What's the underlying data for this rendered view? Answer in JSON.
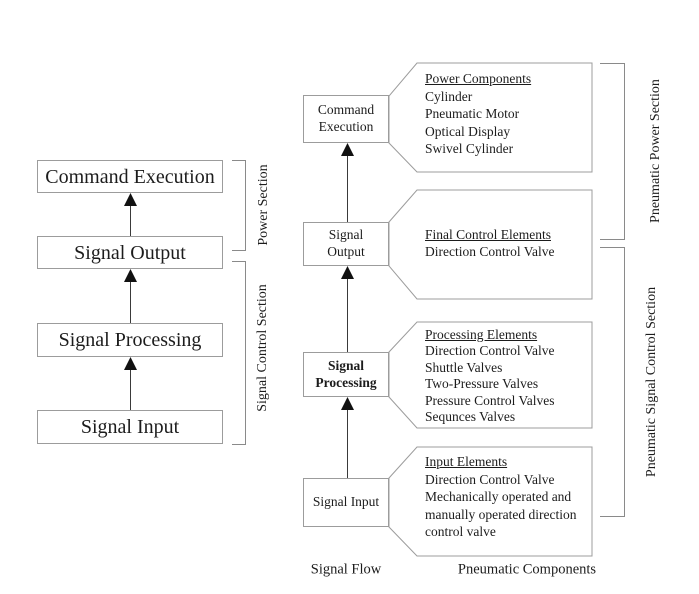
{
  "colors": {
    "background": "#ffffff",
    "box_border": "#9c9c9c",
    "text": "#1c1c1c",
    "arrow_line": "#3a3a3a",
    "arrow_head": "#111111",
    "bracket_line": "#8a8a8a"
  },
  "left_column": {
    "boxes": [
      {
        "label": "Command Execution"
      },
      {
        "label": "Signal Output"
      },
      {
        "label": "Signal Processing"
      },
      {
        "label": "Signal Input"
      }
    ],
    "brackets": [
      {
        "label": "Power Section"
      },
      {
        "label": "Signal Control Section"
      }
    ]
  },
  "right_column": {
    "boxes": [
      {
        "label": "Command Execution"
      },
      {
        "label": "Signal Output"
      },
      {
        "label": "Signal Processing"
      },
      {
        "label": "Signal Input"
      }
    ],
    "pennants": [
      {
        "title": "Power Components",
        "items": [
          "Cylinder",
          "Pneumatic Motor",
          "Optical Display",
          "Swivel Cylinder"
        ]
      },
      {
        "title": "Final Control Elements",
        "items": [
          "Direction Control Valve"
        ]
      },
      {
        "title": "Processing Elements",
        "items": [
          "Direction Control Valve",
          "Shuttle Valves",
          "Two-Pressure Valves",
          "Pressure Control Valves",
          "Sequnces Valves"
        ]
      },
      {
        "title": "Input Elements",
        "items": [
          "Direction Control Valve",
          "Mechanically operated and manually operated direction control valve"
        ]
      }
    ],
    "brackets": [
      {
        "label": "Pneumatic Power Section"
      },
      {
        "label": "Pneumatic Signal Control Section"
      }
    ]
  },
  "footer": {
    "flow_label": "Signal Flow",
    "components_label": "Pneumatic Components"
  }
}
